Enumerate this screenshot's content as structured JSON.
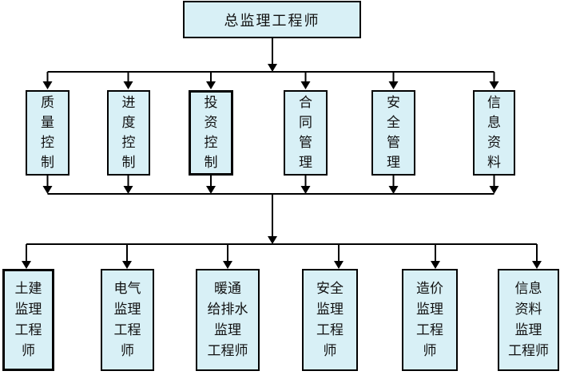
{
  "diagram": {
    "type": "org-flowchart",
    "root": {
      "label": "总监理工程师"
    },
    "middle_row": [
      {
        "label": "质\n量\n控\n制"
      },
      {
        "label": "进\n度\n控\n制"
      },
      {
        "label": "投\n资\n控\n制"
      },
      {
        "label": "合\n同\n管\n理"
      },
      {
        "label": "安\n全\n管\n理"
      },
      {
        "label": "信\n息\n资\n料"
      }
    ],
    "bottom_row": [
      {
        "label": "土建\n监理\n工程\n师"
      },
      {
        "label": "电气\n监理\n工程\n师"
      },
      {
        "label": "暖通\n给排水\n监理\n工程师"
      },
      {
        "label": "安全\n监理\n工程\n师"
      },
      {
        "label": "造价\n监理\n工程\n师"
      },
      {
        "label": "信息\n资料\n监理\n工程师"
      }
    ]
  },
  "colors": {
    "background": "#ffffff",
    "box_fill": "#d8f0f6",
    "box_border": "#000000",
    "connector": "#000000",
    "text": "#111111"
  }
}
